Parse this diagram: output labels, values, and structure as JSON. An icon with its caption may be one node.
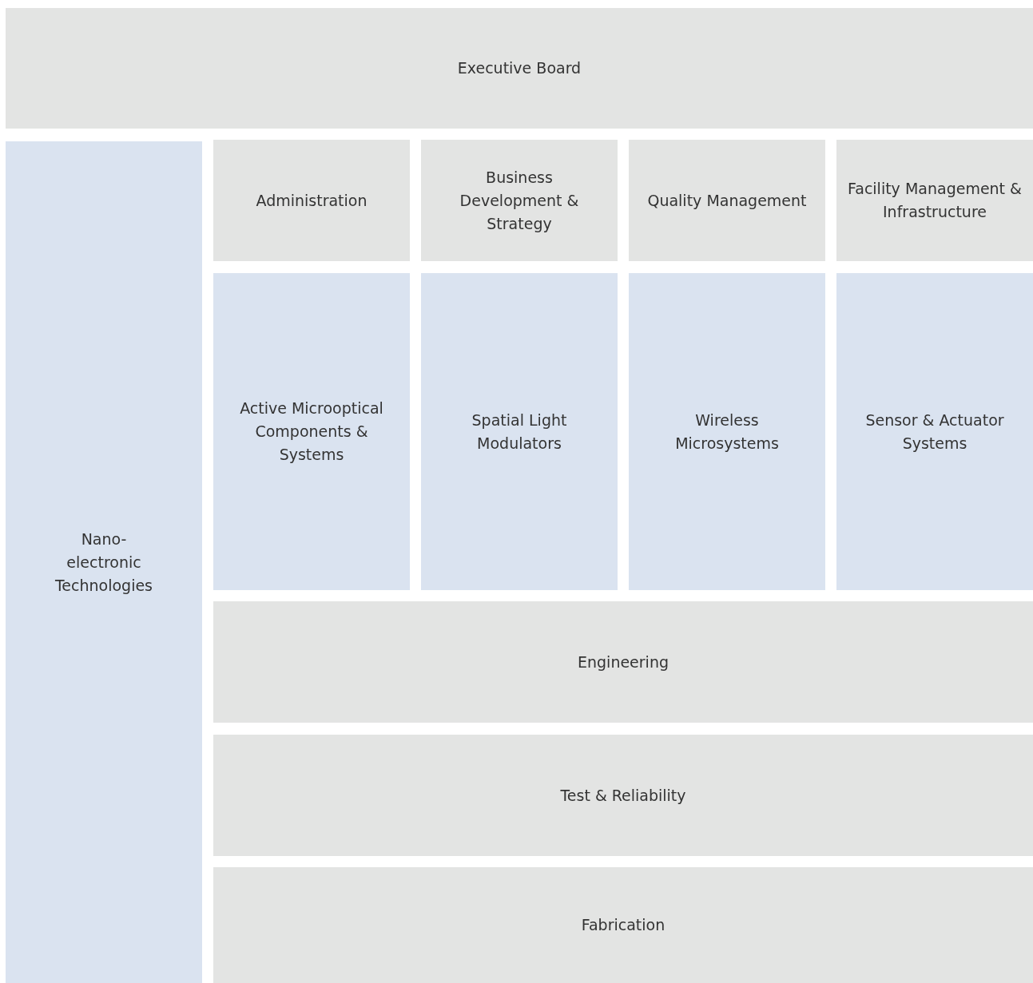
{
  "diagram": {
    "nodes": [
      {
        "text": [
          "Executive Board"
        ]
      },
      {
        "text": [
          "Nano- electronic Technologies"
        ]
      },
      {
        "text": [
          "Administration"
        ]
      },
      {
        "text": [
          "Business Development & Strategy"
        ]
      },
      {
        "text": [
          "Quality Management"
        ]
      },
      {
        "text": [
          "Facility Management & Infrastructure"
        ]
      },
      {
        "text": [
          "Active Microoptical Components & Systems"
        ]
      },
      {
        "text": [
          "Spatial Light Modulators"
        ]
      },
      {
        "text": [
          "Wireless Microsystems"
        ]
      },
      {
        "text": [
          "Sensor & Actuator Systems"
        ]
      },
      {
        "text": [
          "Engineering"
        ]
      },
      {
        "text": [
          "Test & Reliability"
        ]
      },
      {
        "text": [
          "Fabrication"
        ]
      }
    ]
  }
}
